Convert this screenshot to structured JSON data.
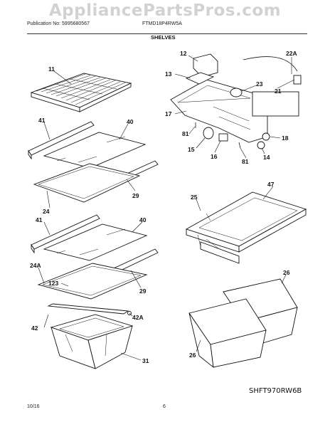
{
  "watermark": "AppliancePartsPros.com",
  "header": {
    "publication": "Publication No: 5995680567",
    "model": "FTMD18P4RW5A",
    "section_title": "SHELVES"
  },
  "callouts": {
    "c11": "11",
    "c41a": "41",
    "c40a": "40",
    "c29a": "29",
    "c24": "24",
    "c41b": "41",
    "c40b": "40",
    "c24a": "24A",
    "c123": "123",
    "c29b": "29",
    "c42a": "42A",
    "c42": "42",
    "c31": "31",
    "c12": "12",
    "c22a": "22A",
    "c13": "13",
    "c23": "23",
    "c21": "21",
    "c17": "17",
    "c81a": "81",
    "c18": "18",
    "c15": "15",
    "c16": "16",
    "c81b": "81",
    "c14": "14",
    "c25": "25",
    "c47": "47",
    "c26a": "26",
    "c26b": "26"
  },
  "diagram_code": "SHFT970RW6B",
  "footer": {
    "date": "10/16",
    "page": "6"
  }
}
